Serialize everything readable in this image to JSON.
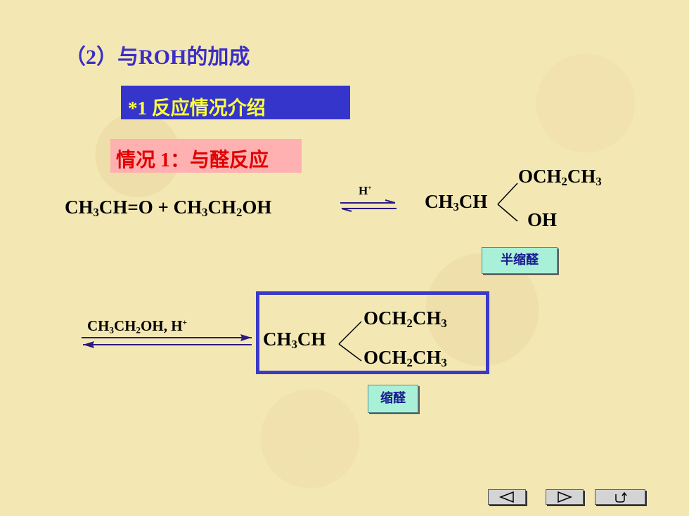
{
  "title": "（2）与ROH的加成",
  "section_heading": "*1 反应情况介绍",
  "case_heading": "情况 1：与醛反应",
  "reaction1": {
    "reactant1": [
      "CH",
      "3",
      "CH=O + CH",
      "3",
      "CH",
      "2",
      "OH"
    ],
    "catalyst": "H",
    "catalyst_sup": "+",
    "product_left": [
      "CH",
      "3",
      "CH"
    ],
    "product_top": [
      "OCH",
      "2",
      "CH",
      "3"
    ],
    "product_bottom": "OH",
    "product_label": "半缩醛"
  },
  "reaction2": {
    "reagent": [
      "CH",
      "3",
      "CH",
      "2",
      "OH, H"
    ],
    "reagent_sup": "+",
    "product_left": [
      "CH",
      "3",
      "CH"
    ],
    "product_top": [
      "OCH",
      "2",
      "CH",
      "3"
    ],
    "product_bottom": [
      "OCH",
      "2",
      "CH",
      "3"
    ],
    "product_label": "缩醛"
  },
  "nav": {
    "prev_icon": "triangle-left-icon",
    "next_icon": "triangle-right-icon",
    "return_icon": "return-arrow-icon"
  },
  "colors": {
    "title": "#3a2ec8",
    "heading_bg": "#3535cc",
    "heading_text": "#ffff40",
    "case_bg": "#ffb0b0",
    "case_text": "#e00000",
    "label_bg": "#a8f0d8",
    "box_border": "#3a3ac8",
    "arrow": "#2a1a80"
  }
}
